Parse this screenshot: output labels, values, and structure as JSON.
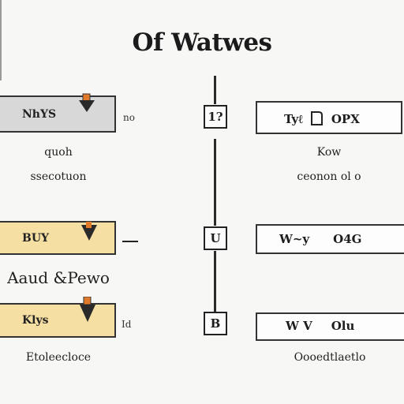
{
  "title": "Of Watwes",
  "left_rows": [
    {
      "bar_text": "NhYS",
      "side_tab": "no",
      "label_primary": "quoh",
      "label_secondary": "ssecotuon"
    },
    {
      "bar_text": "BUY",
      "side_tab": "",
      "label_primary": "Aaud &Pewo",
      "label_secondary": ""
    },
    {
      "bar_text": "Klys",
      "side_tab": "Id",
      "label_primary": "Etoleecloce",
      "label_secondary": ""
    }
  ],
  "middle_boxes": [
    "1?",
    "U",
    "B"
  ],
  "right_rows": [
    {
      "symbol_text": "Tyℓ",
      "value_text": "OPX",
      "label_primary": "Kow",
      "label_secondary": "ceonon ol o"
    },
    {
      "symbol_text": "W~y",
      "value_text": "O4G",
      "label_primary": "",
      "label_secondary": ""
    },
    {
      "symbol_text": "W  V",
      "value_text": "Olu",
      "label_primary": "Oooedtlaetlo",
      "label_secondary": ""
    }
  ],
  "colors": {
    "gray_bar": "#d8d8d8",
    "yellow_bar": "#f6dfa3",
    "marker_orange": "#e07a2a",
    "line": "#2a2a2a"
  }
}
